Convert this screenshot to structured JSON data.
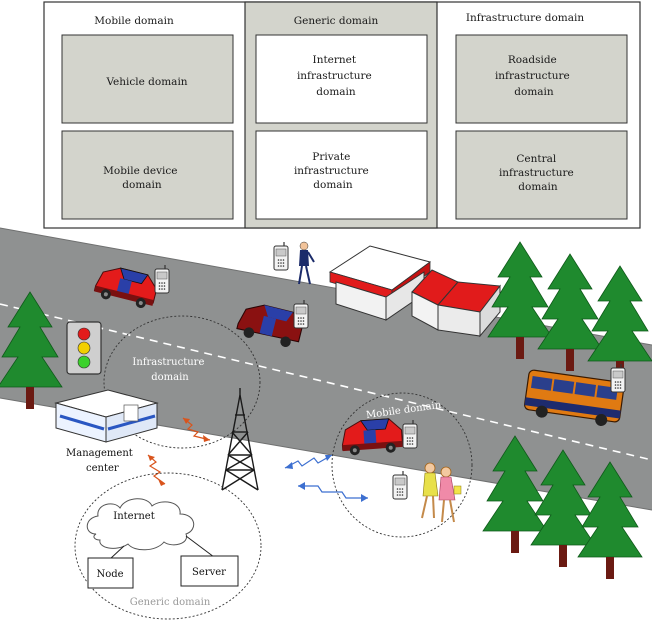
{
  "domains": {
    "mobile": {
      "header": "Mobile domain",
      "box1": [
        "Vehicle domain"
      ],
      "box2": [
        "Mobile device",
        "domain"
      ]
    },
    "generic": {
      "header": "Generic domain",
      "box1": [
        "Internet",
        "infrastructure",
        "domain"
      ],
      "box2": [
        "Private",
        "infrastructure",
        "domain"
      ]
    },
    "infrastructure": {
      "header": "Infrastructure domain",
      "box1": [
        "Roadside",
        "infrastructure",
        "domain"
      ],
      "box2": [
        "Central",
        "infrastructure",
        "domain"
      ]
    }
  },
  "scene": {
    "infrastructure_domain_label": [
      "Infrastructure",
      "domain"
    ],
    "mobile_domain_label": "Mobile domain",
    "management_center_label": [
      "Management",
      "center"
    ],
    "internet_label": "Internet",
    "node_label": "Node",
    "server_label": "Server",
    "generic_domain_label": "Generic domain"
  },
  "colors": {
    "panel_bg": "#d3d4cc",
    "road": "#8f9191",
    "tree": "#1f8a2e",
    "trunk": "#6b1a12",
    "roof_red": "#e11b1b",
    "arrow_orange": "#d9541c",
    "arrow_blue": "#3c6fd0"
  },
  "icons": [
    "traffic-light-icon",
    "phone-icon",
    "car-icon",
    "bus-icon",
    "house-icon",
    "tree-icon",
    "tower-icon",
    "cloud-icon",
    "person-icon"
  ]
}
